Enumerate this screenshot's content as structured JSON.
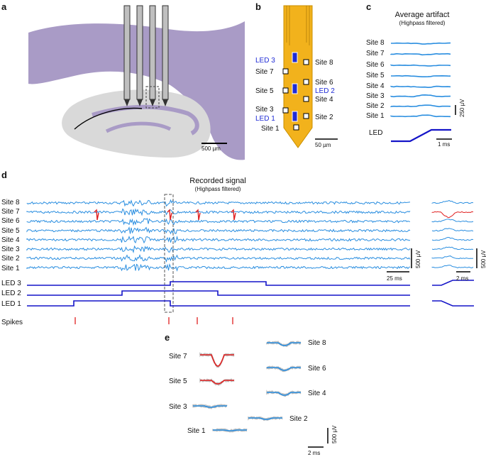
{
  "panels": {
    "a": {
      "label": "a",
      "scalebar": "500 µm"
    },
    "b": {
      "label": "b",
      "site_labels": [
        "Site 8",
        "Site 7",
        "Site 6",
        "Site 5",
        "Site 4",
        "Site 3",
        "Site 2",
        "Site 1"
      ],
      "led_labels": [
        "LED 3",
        "LED 2",
        "LED 1"
      ],
      "scalebar": "50 µm"
    },
    "c": {
      "label": "c",
      "title": "Average artifact",
      "subtitle": "(Highpass filtered)",
      "sites": [
        "Site 8",
        "Site 7",
        "Site 6",
        "Site 5",
        "Site 4",
        "Site 3",
        "Site 2",
        "Site 1"
      ],
      "led": "LED",
      "scale_v": "250 µV",
      "scale_t": "1 ms"
    },
    "d": {
      "label": "d",
      "title": "Recorded signal",
      "subtitle": "(Highpass filtered)",
      "sites": [
        "Site 8",
        "Site 7",
        "Site 6",
        "Site 5",
        "Site 4",
        "Site 3",
        "Site 2",
        "Site 1"
      ],
      "leds": [
        "LED 3",
        "LED 2",
        "LED 1"
      ],
      "spikes_label": "Spikes",
      "scale_v": "500 µV",
      "scale_t": "25 ms",
      "inset_scale_v": "500 µV",
      "inset_scale_t": "2 ms"
    },
    "e": {
      "label": "e",
      "left_sites": [
        "Site 7",
        "Site 5",
        "Site 3",
        "Site 1"
      ],
      "right_sites": [
        "Site 8",
        "Site 6",
        "Site 4",
        "Site 2"
      ],
      "scale_v": "500 µV",
      "scale_t": "2 ms"
    }
  },
  "colors": {
    "purple": "#a99bc6",
    "gray": "#d9d9d9",
    "gold": "#f2b21c",
    "trace": "#2a8ee0",
    "led": "#1414c8",
    "spike": "#e02020"
  }
}
